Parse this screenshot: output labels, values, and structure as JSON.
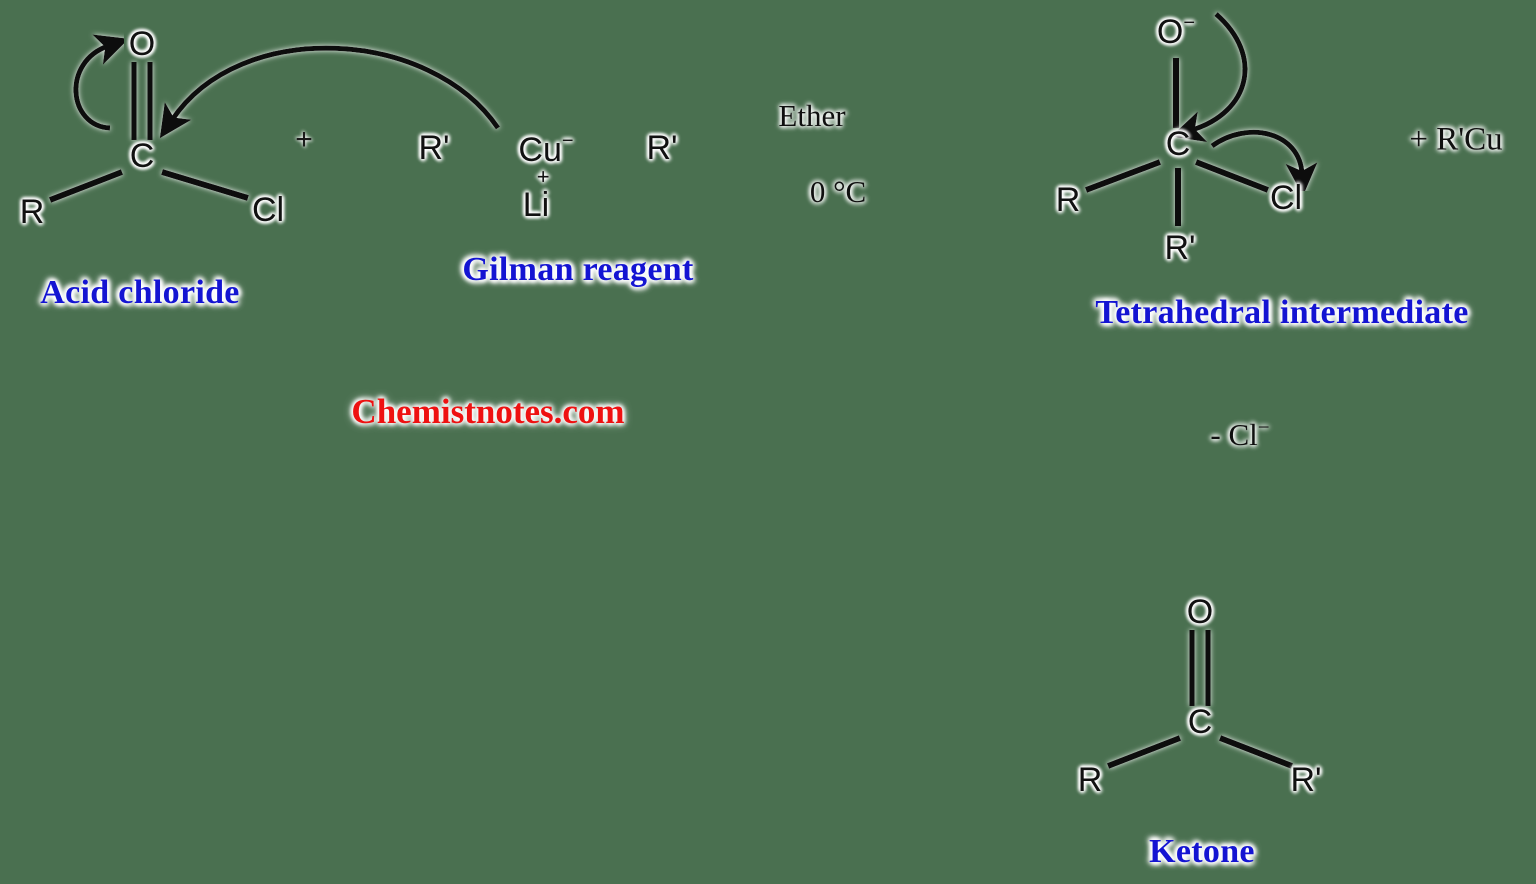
{
  "meta": {
    "background_color": "#4a7050",
    "atom_color": "#111111",
    "label_color": "#1414d2",
    "watermark_color": "#ee1111"
  },
  "scheme": {
    "title_watermark": "Chemistnotes.com",
    "reagent_plus": "+",
    "conditions": {
      "solvent": "Ether",
      "temperature": "0 °C"
    },
    "byproduct": "+ R'Cu",
    "elimination_label": "- Cl",
    "elimination_label_charge": "−"
  },
  "structures": {
    "acid_chloride": {
      "label": "Acid chloride",
      "atoms": {
        "oxygen": "O",
        "carbon": "C",
        "r_group": "R",
        "chlorine": "Cl"
      }
    },
    "gilman_reagent": {
      "label": "Gilman reagent",
      "atoms": {
        "r_left": "R'",
        "copper": "Cu",
        "copper_charge": "−",
        "r_right": "R'",
        "lithium": "Li",
        "lithium_charge": "+"
      }
    },
    "tetrahedral_intermediate": {
      "label": "Tetrahedral intermediate",
      "atoms": {
        "oxygen": "O",
        "oxygen_charge": "−",
        "carbon": "C",
        "r_group": "R",
        "chlorine": "Cl",
        "r_prime_group": "R'"
      }
    },
    "ketone": {
      "label": "Ketone",
      "atoms": {
        "oxygen": "O",
        "carbon": "C",
        "r_group": "R",
        "r_prime_group": "R'"
      }
    }
  }
}
